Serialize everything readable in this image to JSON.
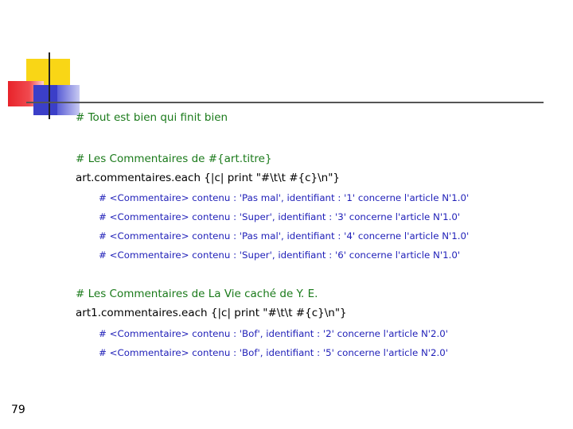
{
  "lines": {
    "c1": "# Tout est bien qui finit bien",
    "c2": "# Les Commentaires de #{art.titre}",
    "code1": "art.commentaires.each {|c| print \"#\\t\\t #{c}\\n\"}",
    "o1": "# <Commentaire> contenu : 'Pas mal', identifiant : '1' concerne l'article N'1.0'",
    "o2": "# <Commentaire> contenu : 'Super', identifiant : '3' concerne l'article N'1.0'",
    "o3": "# <Commentaire> contenu : 'Pas mal', identifiant : '4' concerne l'article N'1.0'",
    "o4": "# <Commentaire> contenu : 'Super', identifiant : '6' concerne l'article N'1.0'",
    "c3": "#    Les Commentaires de La Vie caché de Y. E.",
    "code2": "art1.commentaires.each {|c| print \"#\\t\\t #{c}\\n\"}",
    "o5": "#  <Commentaire> contenu : 'Bof', identifiant : '2' concerne l'article N'2.0'",
    "o6": "#  <Commentaire> contenu : 'Bof', identifiant : '5' concerne l'article N'2.0'"
  },
  "page_number": "79",
  "colors": {
    "comment": "#1a7a1a",
    "output": "#1f1fb8",
    "code": "#000000"
  }
}
